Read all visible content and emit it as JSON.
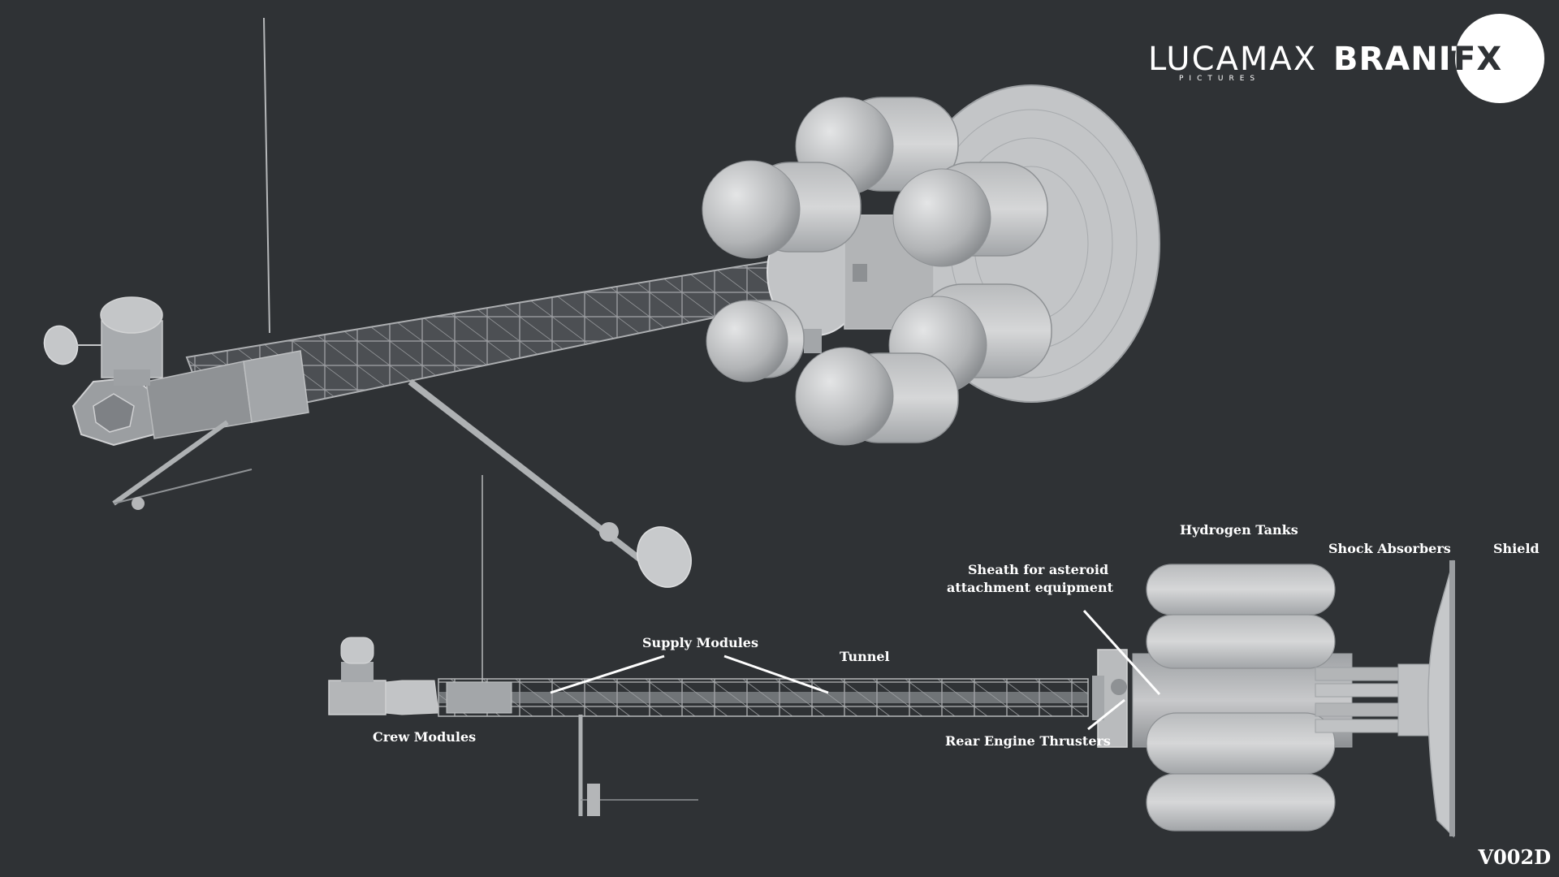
{
  "logos": {
    "lucamax": "LUCAMAX",
    "pictures": "PICTURES",
    "branit": "BRANIT",
    "fx": "FX"
  },
  "labels": {
    "hydrogen_tanks": "Hydrogen Tanks",
    "shock_absorbers": "Shock Absorbers",
    "shield": "Shield",
    "sheath_line1": "Sheath for asteroid",
    "sheath_line2": "attachment equipment",
    "supply_modules": "Supply Modules",
    "tunnel": "Tunnel",
    "crew_modules": "Crew Modules",
    "rear_engine_thrusters": "Rear Engine Thrusters"
  },
  "version": "V002D",
  "colors": {
    "background": "#2f3235",
    "model_light": "#c9cacb",
    "model_mid": "#a9abad",
    "model_dark": "#7d8084",
    "text": "#ffffff"
  }
}
